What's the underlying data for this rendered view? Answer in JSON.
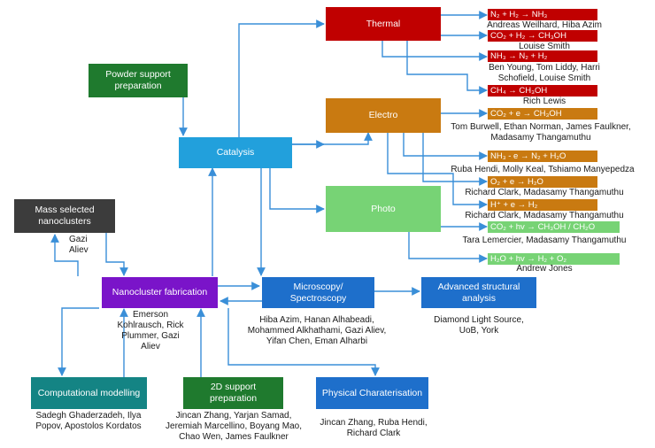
{
  "colors": {
    "arrow": "#3a8fd8",
    "thermal": "#c00000",
    "electro": "#c97a11",
    "photo": "#77d375",
    "catalysis": "#22a0dc",
    "powder": "#1f7a2e",
    "mass_selected": "#3c3c3c",
    "fabrication": "#7a14c9",
    "microscopy": "#1e6fcb",
    "advanced": "#1e6fcb",
    "computational": "#148484",
    "support_2d": "#1f7a2e",
    "physical": "#1e6fcb"
  },
  "boxes": {
    "thermal": "Thermal",
    "electro": "Electro",
    "photo": "Photo",
    "catalysis": "Catalysis",
    "powder": "Powder support preparation",
    "mass_selected": "Mass selected nanoclusters",
    "fabrication": "Nanocluster fabrication",
    "microscopy": "Microscopy/ Spectroscopy",
    "advanced": "Advanced structural analysis",
    "computational": "Computational modelling",
    "support_2d": "2D support preparation",
    "physical": "Physical Charaterisation"
  },
  "reactions": {
    "t1": "N₂ + H₂ → NH₃",
    "t2": "CO₂ + H₂ → CH₃OH",
    "t3": "NH₃ → N₂ + H₂",
    "t4": "CH₄ → CH₃OH",
    "e1": "CO₂ + e  → CH₃OH",
    "e2": "NH₃ - e  → N₂ + H₂O",
    "e3": "O₂ + e  → H₂O",
    "e4": "H⁺ + e  → H₂",
    "p1": "CO₂ + hv → CH₃OH / CH₂O",
    "p2": "H₂O + hv → H₂ + O₂"
  },
  "people": {
    "t1": "Andreas Weilhard, Hiba Azim",
    "t2": "Louise Smith",
    "t3": "Ben Young, Tom Liddy, Harri Schofield, Louise Smith",
    "t4": "Rich Lewis",
    "e1": "Tom Burwell, Ethan Norman, James Faulkner, Madasamy Thangamuthu",
    "e2": "Ruba Hendi, Molly Keal, Tshiamo Manyepedza",
    "e3": "Richard Clark, Madasamy Thangamuthu",
    "e4": "Richard Clark, Madasamy Thangamuthu",
    "p1": "Tara Lemercier, Madasamy Thangamuthu",
    "p2": "Andrew Jones",
    "mass_selected": "Gazi Aliev",
    "fabrication": "Emerson Kohlrausch, Rick Plummer, Gazi Aliev",
    "microscopy": "Hiba Azim, Hanan Alhabeadi, Mohammed Alkhathami, Gazi Aliev, Yifan Chen, Eman Alharbi",
    "advanced": "Diamond Light Source, UoB, York",
    "computational": "Sadegh Ghaderzadeh, Ilya Popov, Apostolos Kordatos",
    "support_2d": "Jincan Zhang, Yarjan Samad, Jeremiah Marcellino, Boyang Mao, Chao Wen, James Faulkner",
    "physical": "Jincan Zhang, Ruba Hendi, Richard Clark"
  }
}
